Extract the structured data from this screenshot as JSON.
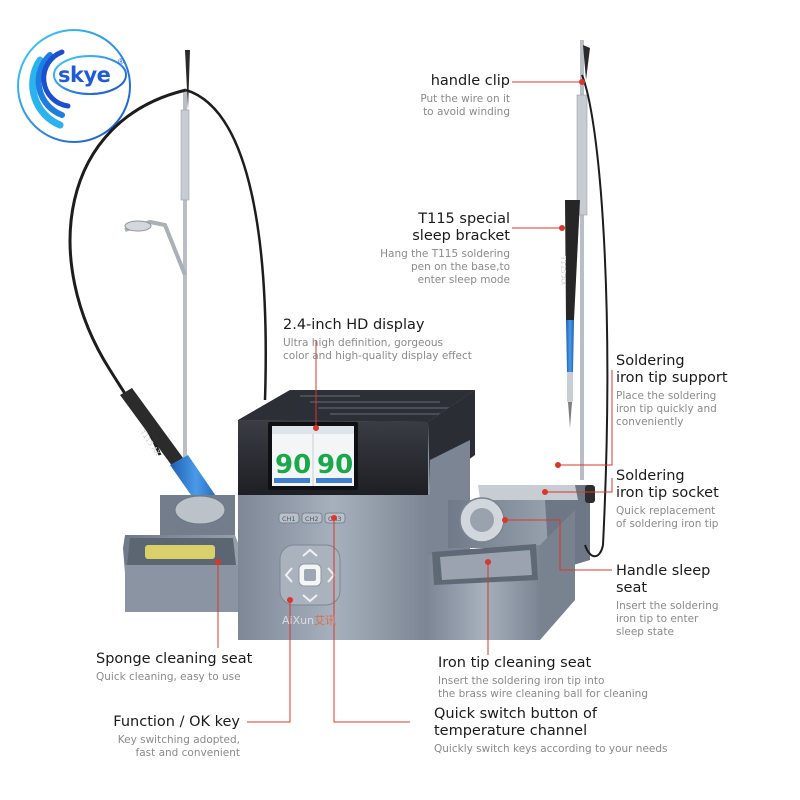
{
  "logo": {
    "text": "skye",
    "reg": "®"
  },
  "device": {
    "brand": "AiXun",
    "brand_cn": "艾讯",
    "channels": [
      "CH1",
      "CH2",
      "CH3"
    ],
    "screen_left_temp": "90",
    "screen_right_temp": "90",
    "handle_label": "T115 AX"
  },
  "callouts": {
    "handle_clip": {
      "title": "handle clip",
      "desc1": "Put the wire on it",
      "desc2": "to avoid winding"
    },
    "sleep_bracket": {
      "title1": "T115 special",
      "title2": "sleep bracket",
      "desc1": "Hang the T115 soldering",
      "desc2": "pen on the base,to",
      "desc3": "enter sleep mode"
    },
    "display": {
      "title": "2.4-inch HD display",
      "desc1": "Ultra high definition, gorgeous",
      "desc2": "color and high-quality display effect"
    },
    "tip_support": {
      "title1": "Soldering",
      "title2": "iron tip support",
      "desc1": "Place the soldering",
      "desc2": "iron tip quickly and",
      "desc3": "conveniently"
    },
    "tip_socket": {
      "title1": "Soldering",
      "title2": "iron tip socket",
      "desc1": "Quick replacement",
      "desc2": "of soldering iron tip"
    },
    "sleep_seat": {
      "title1": "Handle sleep",
      "title2": "seat",
      "desc1": "Insert the soldering",
      "desc2": "iron tip to enter",
      "desc3": "sleep state"
    },
    "sponge": {
      "title": "Sponge cleaning seat",
      "desc": "Quick cleaning, easy to use"
    },
    "tip_clean": {
      "title": "Iron tip cleaning seat",
      "desc1": "Insert the soldering iron tip into",
      "desc2": "the brass wire cleaning ball for cleaning"
    },
    "ok_key": {
      "title": "Function / OK key",
      "desc1": "Key switching adopted,",
      "desc2": "fast and convenient"
    },
    "quick_switch": {
      "title1": "Quick switch button of",
      "title2": "temperature channel",
      "desc": "Quickly switch keys according to your needs"
    }
  },
  "colors": {
    "accent_red": "#d9372b",
    "body_gray": "#8f99a8",
    "handle_blue": "#2f7fd4",
    "screen_green": "#1aa84a"
  }
}
